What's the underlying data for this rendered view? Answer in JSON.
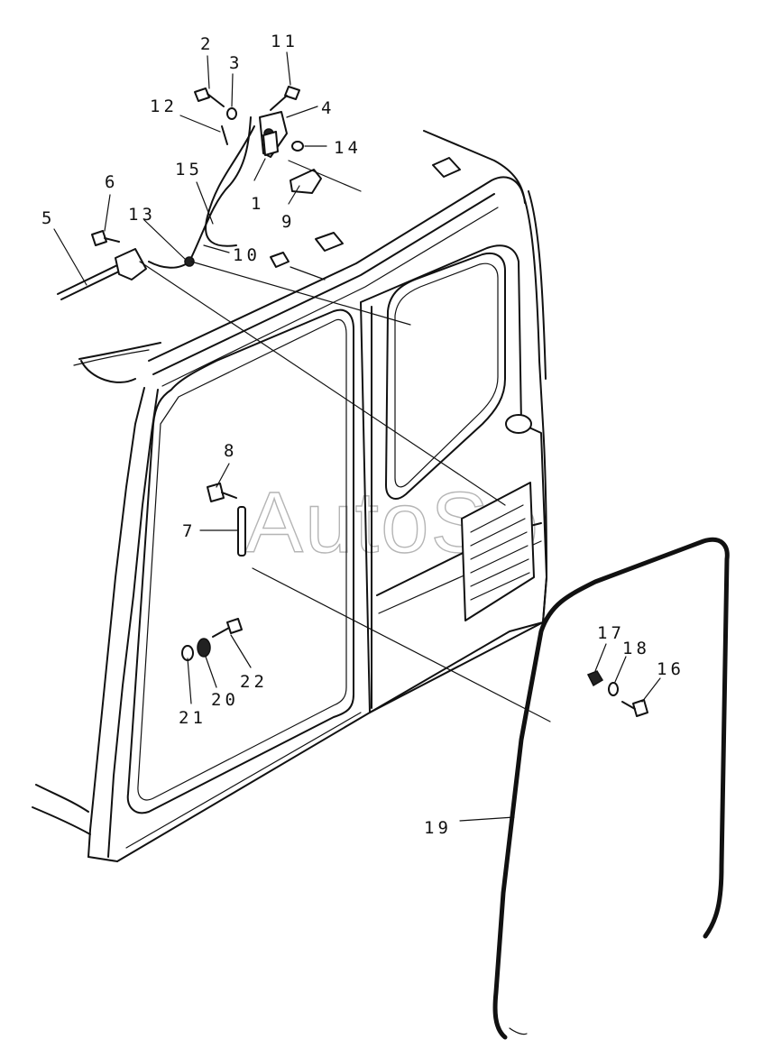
{
  "diagram": {
    "watermark": "AutoSo",
    "callouts": [
      {
        "id": "c1",
        "text": "1"
      },
      {
        "id": "c2",
        "text": "2"
      },
      {
        "id": "c3",
        "text": "3"
      },
      {
        "id": "c4",
        "text": "4"
      },
      {
        "id": "c5",
        "text": "5"
      },
      {
        "id": "c6",
        "text": "6"
      },
      {
        "id": "c7",
        "text": "7"
      },
      {
        "id": "c8",
        "text": "8"
      },
      {
        "id": "c9",
        "text": "9"
      },
      {
        "id": "c10",
        "text": "10"
      },
      {
        "id": "c11",
        "text": "11"
      },
      {
        "id": "c12",
        "text": "12"
      },
      {
        "id": "c13",
        "text": "13"
      },
      {
        "id": "c14",
        "text": "14"
      },
      {
        "id": "c15",
        "text": "15"
      },
      {
        "id": "c16",
        "text": "16"
      },
      {
        "id": "c17",
        "text": "17"
      },
      {
        "id": "c18",
        "text": "18"
      },
      {
        "id": "c19",
        "text": "19"
      },
      {
        "id": "c20",
        "text": "20"
      },
      {
        "id": "c21",
        "text": "21"
      },
      {
        "id": "c22",
        "text": "22"
      }
    ]
  }
}
